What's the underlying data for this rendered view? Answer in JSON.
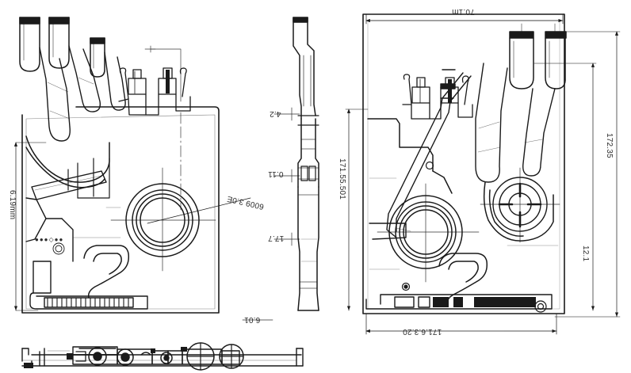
{
  "drawing": {
    "title": "Mechanical Part Orthographic Drawing",
    "sheet_background": "#ffffff",
    "line_color": "#1a1a1a",
    "dim_color": "#2b2b2b",
    "views": [
      {
        "id": "front-view",
        "label": ""
      },
      {
        "id": "side-view",
        "label": ""
      },
      {
        "id": "right-view",
        "label": ""
      },
      {
        "id": "bottom-section-view",
        "label": ""
      }
    ],
    "dimensions": {
      "front_left_vertical": "6.19mm",
      "front_leader_note": "6009 3.0E",
      "side_upper": "4.2",
      "side_middle": "0.11",
      "side_lower": "17.7",
      "side_bottom": "6.01",
      "right_top_horizontal": "70.1m",
      "right_left_vertical": "171.55.501",
      "right_outer_vertical": "172.35",
      "right_inner_vertical": "12.1",
      "right_bottom_horizontal": "171.6.3.20"
    },
    "markings": {
      "logo_stamp": "●●●◇●●"
    }
  }
}
